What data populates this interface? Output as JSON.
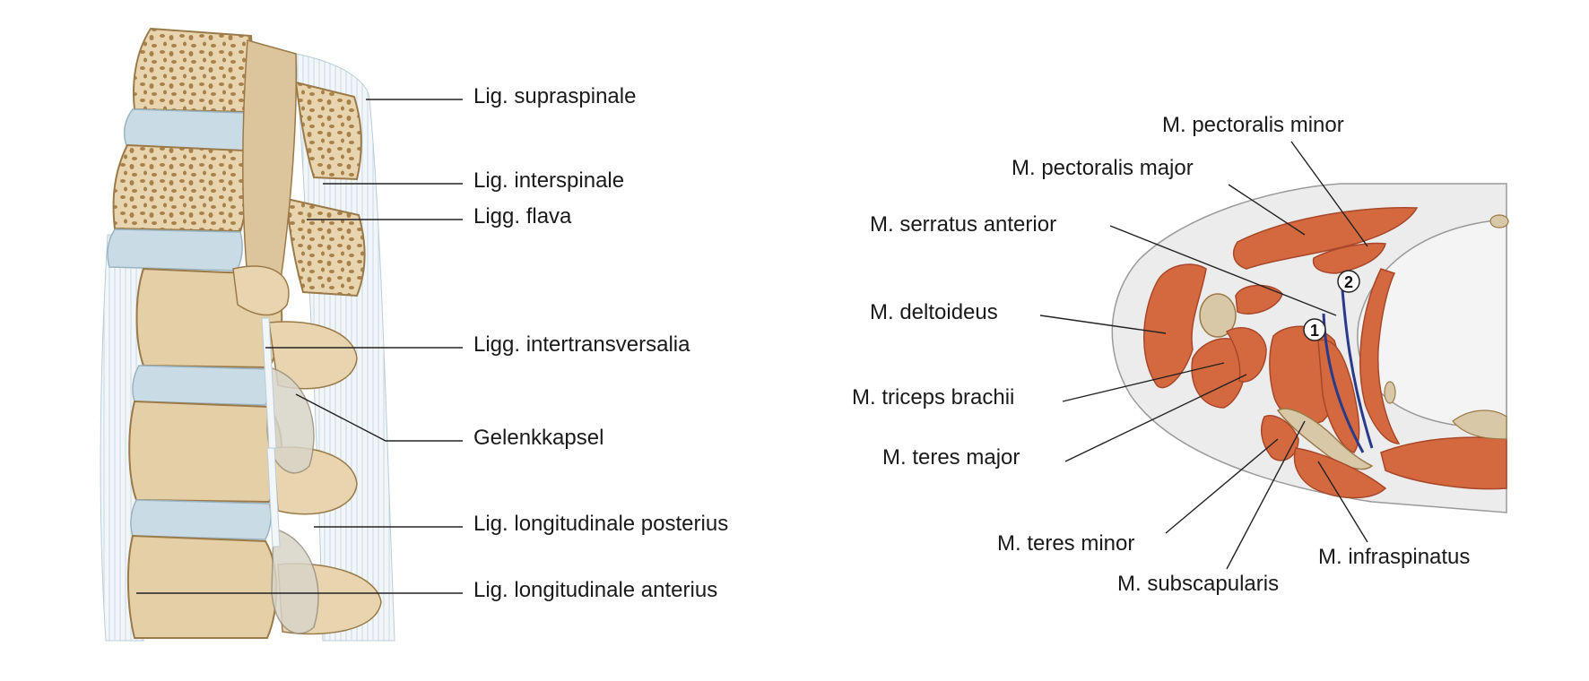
{
  "spine_panel": {
    "labels": {
      "supraspinale": "Lig. supraspinale",
      "interspinale": "Lig. interspinale",
      "flava": "Ligg. flava",
      "intertransversalia": "Ligg. intertransversalia",
      "gelenkkapsel": "Gelenkkapsel",
      "long_posterius": "Lig. longitudinale posterius",
      "long_anterius": "Lig. longitudinale anterius"
    }
  },
  "section_panel": {
    "labels": {
      "pect_minor": "M. pectoralis minor",
      "pect_major": "M. pectoralis major",
      "serratus": "M. serratus anterior",
      "deltoideus": "M. deltoideus",
      "triceps": "M. triceps brachii",
      "teres_major": "M. teres major",
      "teres_minor": "M. teres minor",
      "subscapularis": "M. subscapularis",
      "infraspinatus": "M. infraspinatus"
    },
    "markers": {
      "m1": "1",
      "m2": "2"
    }
  },
  "colors": {
    "bone": "#e8d5b0",
    "bone_dark": "#b08850",
    "disc": "#c9dce6",
    "ligament": "#eef3f7",
    "muscle": "#d4693f",
    "muscle_edge": "#a8472a",
    "skin": "#ececec",
    "nerve": "#283a8a",
    "leader": "#222222"
  }
}
